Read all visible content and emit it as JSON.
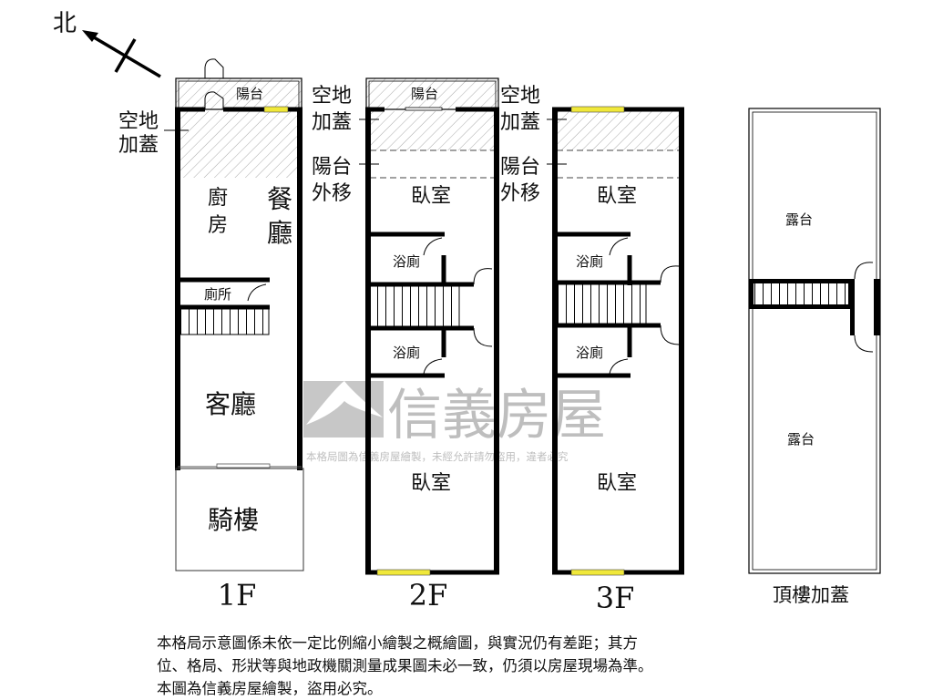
{
  "compass": {
    "north": "北"
  },
  "floors": {
    "f1": {
      "label": "1F",
      "balcony": "陽台",
      "annex": [
        "空地",
        "加蓋"
      ],
      "kitchen": [
        "廚",
        "房"
      ],
      "dining": [
        "餐",
        "廳"
      ],
      "toilet": "廁所",
      "living": "客廳",
      "arcade": "騎樓"
    },
    "f2": {
      "label": "2F",
      "balcony": "陽台",
      "annex": [
        "空地",
        "加蓋"
      ],
      "moved": [
        "陽台",
        "外移"
      ],
      "bedroom_top": "臥室",
      "bath1": "浴廁",
      "bath2": "浴廁",
      "bedroom_bottom": "臥室"
    },
    "f3": {
      "label": "3F",
      "annex": [
        "空地",
        "加蓋"
      ],
      "moved": [
        "陽台",
        "外移"
      ],
      "bedroom_top": "臥室",
      "bath1": "浴廁",
      "bath2": "浴廁",
      "bedroom_bottom": "臥室"
    },
    "roof": {
      "label": "頂樓加蓋",
      "terrace_top": "露台",
      "terrace_bottom": "露台"
    }
  },
  "watermark": {
    "brand": "信義房屋",
    "notice": "本格局圖為信義房屋繪製，未經允許請勿盜用，違者必究"
  },
  "disclaimer": [
    "本格局示意圖係未依一定比例縮小繪製之概繪圖，與實況仍有差距；其方",
    "位、格局、形狀等與地政機關測量成果圖未必一致，仍須以房屋現場為準。",
    "本圖為信義房屋繪製，盜用必究。"
  ],
  "colors": {
    "wall": "#000000",
    "window": "#f0e83a",
    "watermark": "#9a9a9a"
  }
}
